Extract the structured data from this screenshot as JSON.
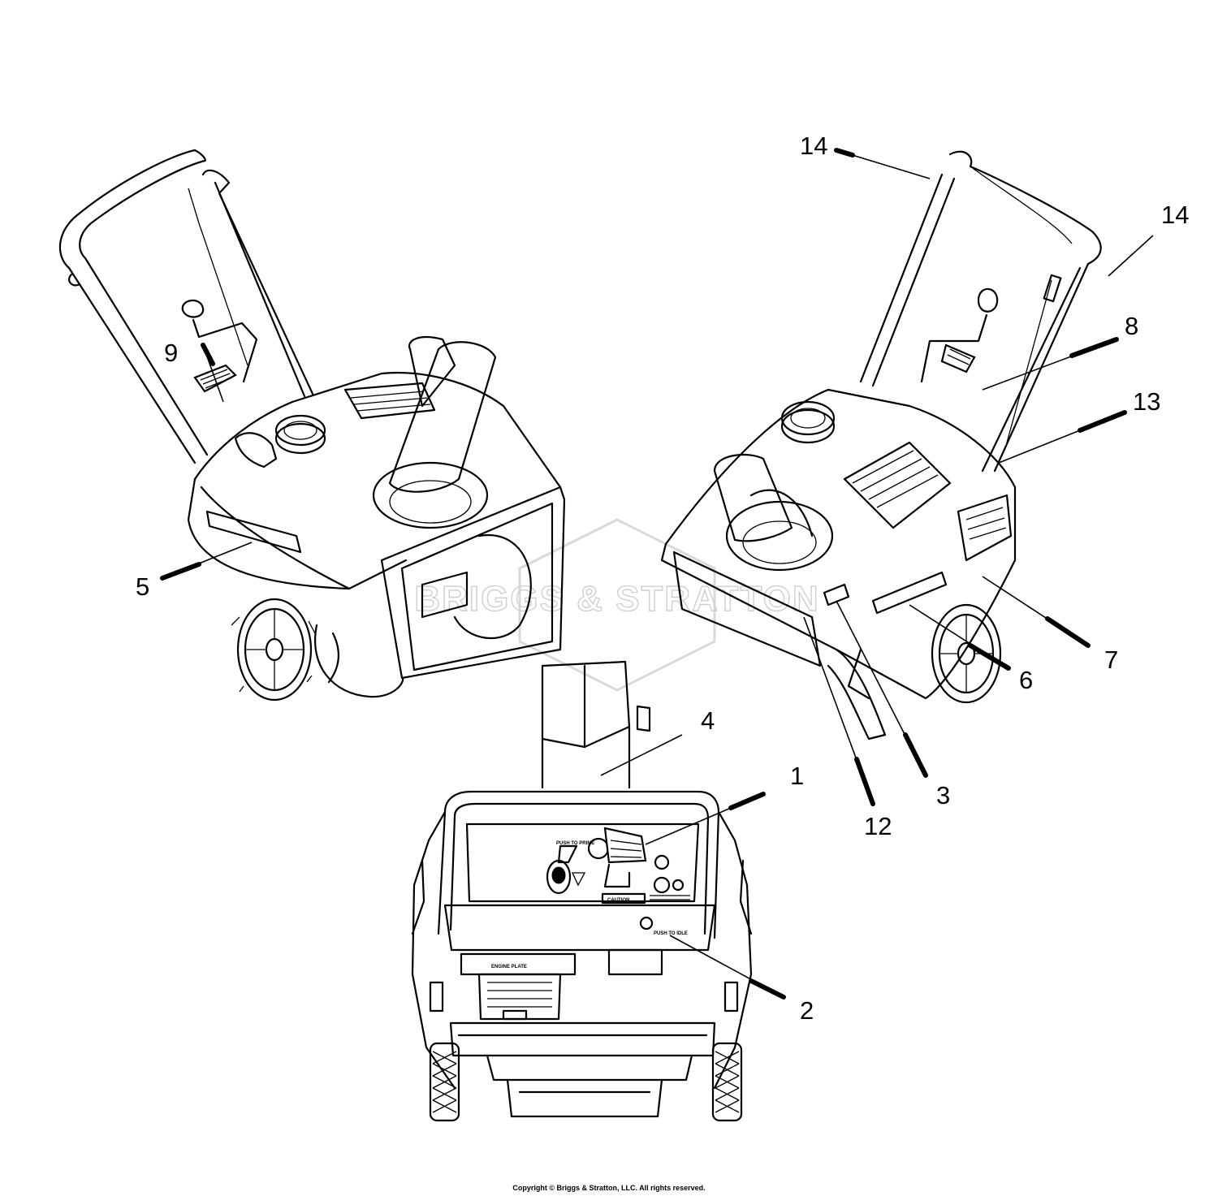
{
  "watermark": {
    "text": "BRIGGS & STRATTON"
  },
  "decal_text": {
    "push_to_prime": "PUSH TO PRIME",
    "caution": "CAUTION",
    "push_to_idle": "PUSH TO IDLE",
    "engine_label": "ENGINE PLATE"
  },
  "callouts": [
    {
      "id": "1",
      "label": "1"
    },
    {
      "id": "2",
      "label": "2"
    },
    {
      "id": "3",
      "label": "3"
    },
    {
      "id": "4",
      "label": "4"
    },
    {
      "id": "5",
      "label": "5"
    },
    {
      "id": "6",
      "label": "6"
    },
    {
      "id": "7",
      "label": "7"
    },
    {
      "id": "8",
      "label": "8"
    },
    {
      "id": "9",
      "label": "9"
    },
    {
      "id": "12",
      "label": "12"
    },
    {
      "id": "13",
      "label": "13"
    },
    {
      "id": "14a",
      "label": "14"
    },
    {
      "id": "14b",
      "label": "14"
    }
  ],
  "copyright": "Copyright © Briggs & Stratton, LLC. All rights reserved."
}
